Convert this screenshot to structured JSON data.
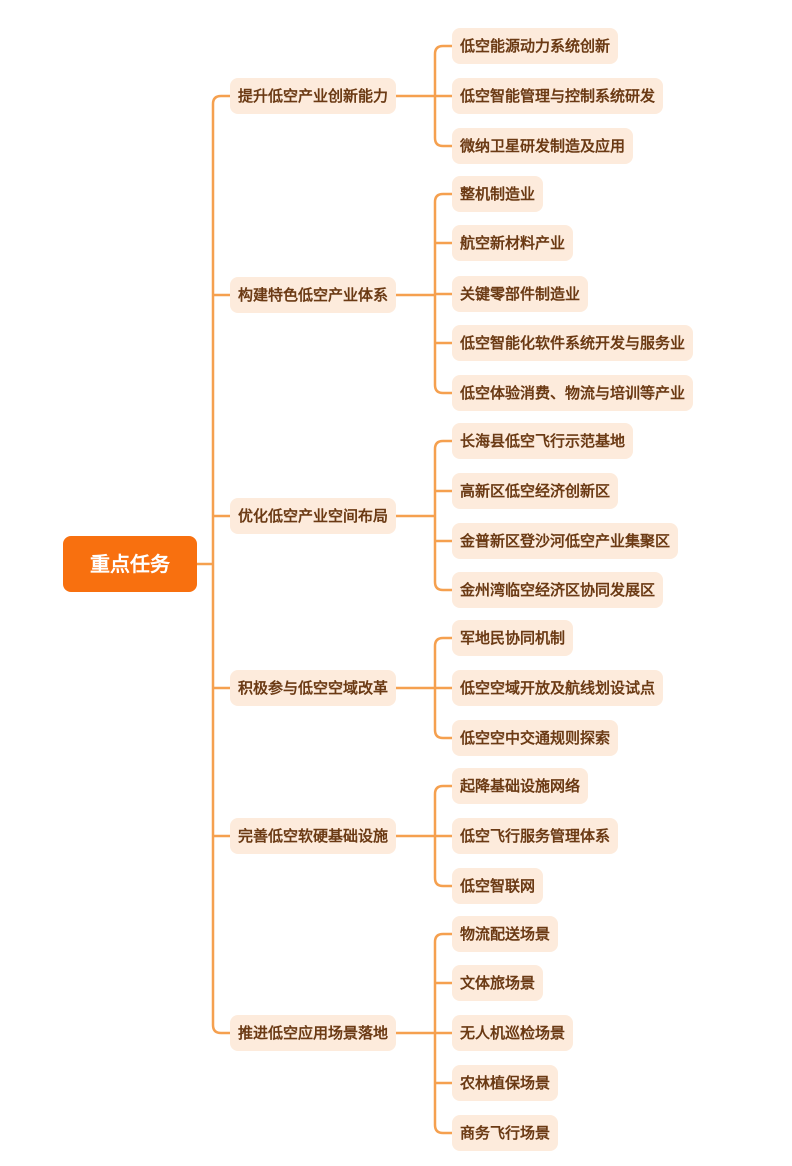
{
  "root": "重点任务",
  "colors": {
    "line": "#f5a04f",
    "node_bg": "#fdebdc",
    "root_bg": "#f8700f",
    "text": "#6b3a14"
  },
  "branches": [
    {
      "label": "提升低空产业创新能力",
      "children": [
        "低空能源动力系统创新",
        "低空智能管理与控制系统研发",
        "微纳卫星研发制造及应用"
      ]
    },
    {
      "label": "构建特色低空产业体系",
      "children": [
        "整机制造业",
        "航空新材料产业",
        "关键零部件制造业",
        "低空智能化软件系统开发与服务业",
        "低空体验消费、物流与培训等产业"
      ]
    },
    {
      "label": "优化低空产业空间布局",
      "children": [
        "长海县低空飞行示范基地",
        "高新区低空经济创新区",
        "金普新区登沙河低空产业集聚区",
        "金州湾临空经济区协同发展区"
      ]
    },
    {
      "label": "积极参与低空空域改革",
      "children": [
        "军地民协同机制",
        "低空空域开放及航线划设试点",
        "低空空中交通规则探索"
      ]
    },
    {
      "label": "完善低空软硬基础设施",
      "children": [
        "起降基础设施网络",
        "低空飞行服务管理体系",
        "低空智联网"
      ]
    },
    {
      "label": "推进低空应用场景落地",
      "children": [
        "物流配送场景",
        "文体旅场景",
        "无人机巡检场景",
        "农林植保场景",
        "商务飞行场景"
      ]
    }
  ]
}
